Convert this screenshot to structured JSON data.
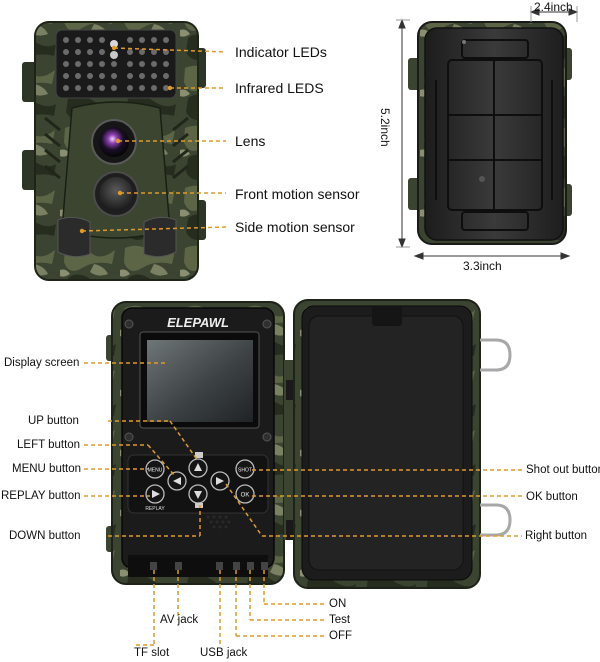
{
  "top_labels": {
    "indicator_leds": "Indicator LEDs",
    "infrared_leds": "Infrared LEDS",
    "lens": "Lens",
    "front_motion_sensor": "Front motion sensor",
    "side_motion_sensor": "Side motion sensor"
  },
  "dimensions": {
    "depth": "2.4inch",
    "height": "5.2inch",
    "width": "3.3inch"
  },
  "brand": "ELEPAWL",
  "button_glyphs": {
    "menu": "MENU",
    "shot": "SHOT",
    "ok": "OK",
    "replay": "REPLAY"
  },
  "left_labels": {
    "display_screen": "Display screen",
    "up_button": "UP button",
    "left_button": "LEFT button",
    "menu_button": "MENU button",
    "replay_button": "REPLAY button",
    "down_button": "DOWN button"
  },
  "right_labels": {
    "shot_out_button": "Shot out button",
    "ok_button": "OK button",
    "right_button": "Right button"
  },
  "bottom_labels": {
    "on": "ON",
    "av_jack": "AV jack",
    "test": "Test",
    "off": "OFF",
    "tf_slot": "TF slot",
    "usb_jack": "USB jack"
  },
  "colors": {
    "leader_line": "#e09a2a",
    "camo_dark": "#2c3424",
    "camo_mid": "#4e5a3c",
    "camo_light": "#7d8465",
    "housing_gray": "#2a2a2a"
  }
}
